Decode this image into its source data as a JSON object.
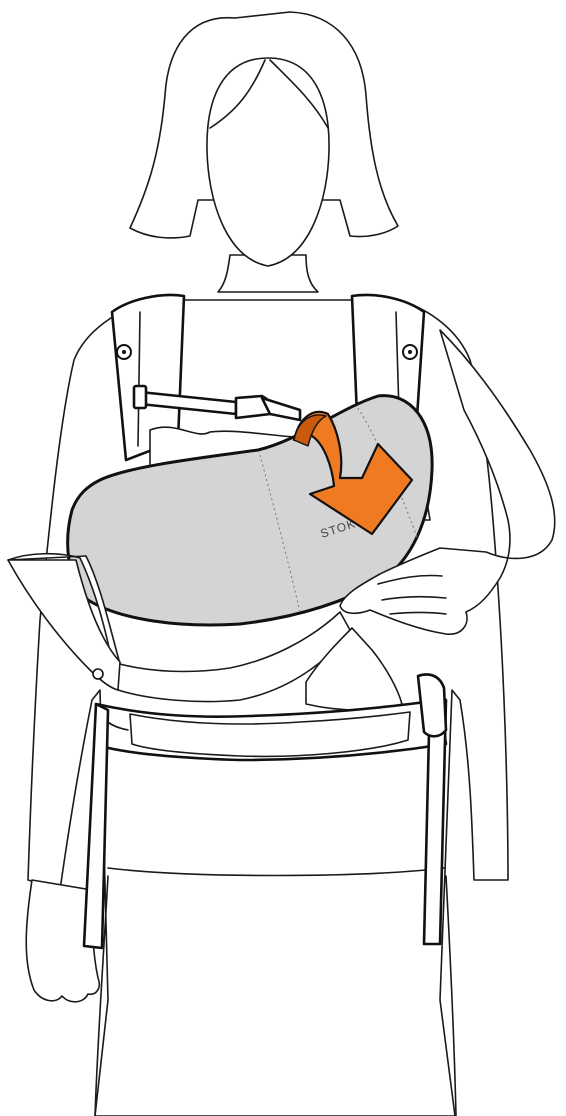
{
  "brand_text": "STOK",
  "colors": {
    "hood_fill": "#d4d4d4",
    "arrow_fill": "#f07a22",
    "arrow_dark": "#c85a10",
    "outline": "#1a1a1a"
  },
  "illustration": {
    "subject": "woman-wearing-baby-carrier",
    "step": "fold-hood-down"
  }
}
